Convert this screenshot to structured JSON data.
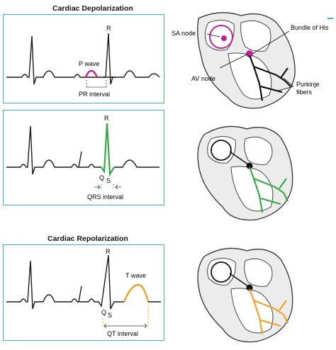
{
  "titles": {
    "depolarization": "Cardiac Depolarization",
    "repolarization": "Cardiac Repolarization"
  },
  "ecg1": {
    "peak_label": "R",
    "wave_label": "P wave",
    "interval_label": "PR interval"
  },
  "ecg2": {
    "peak_label": "R",
    "q_label": "Q",
    "s_label": "S",
    "interval_label": "QRS interval"
  },
  "ecg3": {
    "peak_label": "R",
    "q_label": "Q",
    "s_label": "S",
    "wave_label": "T wave",
    "interval_label": "QT interval"
  },
  "heart1": {
    "sa_node": "SA node",
    "bundle_of_his": "Bundle of His",
    "av_node": "AV  node",
    "purkinje_line1": "Purkinje",
    "purkinje_line2": "fibers"
  },
  "colors": {
    "panel_border": "#4aa8d8",
    "p_wave": "#c0209a",
    "qrs": "#3aa84a",
    "t_wave": "#f0a030",
    "ink": "#1a1a1a"
  }
}
